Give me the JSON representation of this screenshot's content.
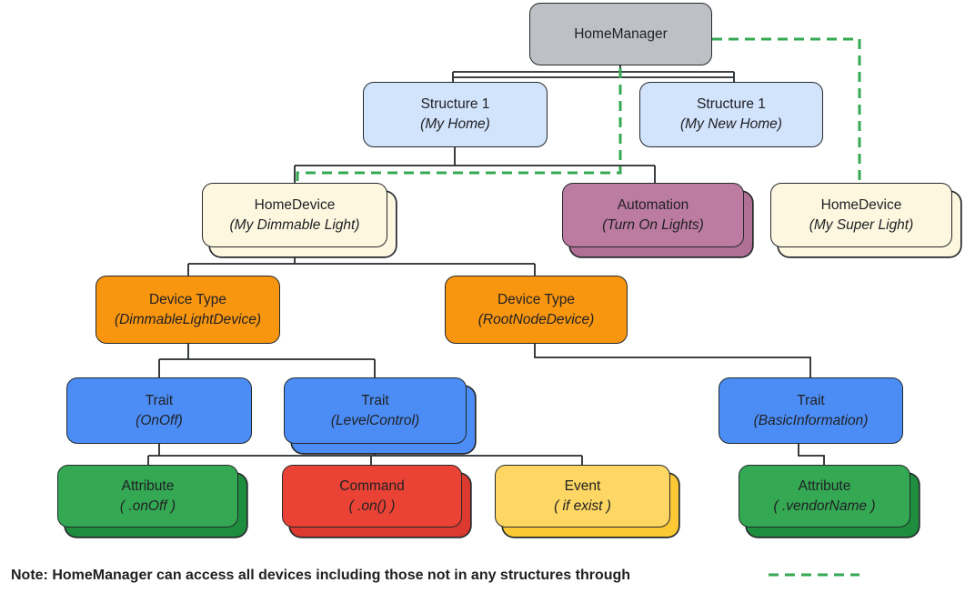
{
  "palette": {
    "connector": "#25292c",
    "highlight_green": "#34A853",
    "text": "#202124",
    "gray_fill": "#BDC1C6",
    "light_blue_fill": "#D2E3FC",
    "cream_fill": "#FEF7E0",
    "mauve_fill": "#BC7BA1",
    "mauve_shadow": "#B06F95",
    "orange_fill": "#F9960F",
    "blue_fill": "#4C8DF5",
    "green_fill": "#34A853",
    "green_shadow": "#1E8E3E",
    "red_fill": "#EA4335",
    "red_shadow": "#DC3A2F",
    "yellow_fill": "#FDD663",
    "yellow_shadow": "#FCC934"
  },
  "nodes": {
    "home_manager": {
      "title": "HomeManager",
      "subtitle": ""
    },
    "structure_my_home": {
      "title": "Structure 1",
      "subtitle": "(My Home)"
    },
    "structure_my_new_home": {
      "title": "Structure 1",
      "subtitle": "(My New Home)"
    },
    "homedevice_dimmable": {
      "title": "HomeDevice",
      "subtitle": "(My Dimmable Light)"
    },
    "automation": {
      "title": "Automation",
      "subtitle": "(Turn On Lights)"
    },
    "homedevice_super": {
      "title": "HomeDevice",
      "subtitle": "(My Super Light)"
    },
    "devicetype_dimmable": {
      "title": "Device Type",
      "subtitle": "(DimmableLightDevice)"
    },
    "devicetype_rootnode": {
      "title": "Device Type",
      "subtitle": "(RootNodeDevice)"
    },
    "trait_onoff": {
      "title": "Trait",
      "subtitle": "(OnOff)"
    },
    "trait_levelcontrol": {
      "title": "Trait",
      "subtitle": "(LevelControl)"
    },
    "trait_basicinfo": {
      "title": "Trait",
      "subtitle": "(BasicInformation)"
    },
    "attribute_onoff": {
      "title": "Attribute",
      "subtitle": "( .onOff )"
    },
    "command_on": {
      "title": "Command",
      "subtitle": "( .on() )"
    },
    "event_ifexist": {
      "title": "Event",
      "subtitle": "( if exist )"
    },
    "attribute_vendorname": {
      "title": "Attribute",
      "subtitle": "( .vendorName )"
    }
  },
  "note": {
    "text": "Note: HomeManager can access all devices including those not in any structures through",
    "legend": "green-dashed-line"
  }
}
